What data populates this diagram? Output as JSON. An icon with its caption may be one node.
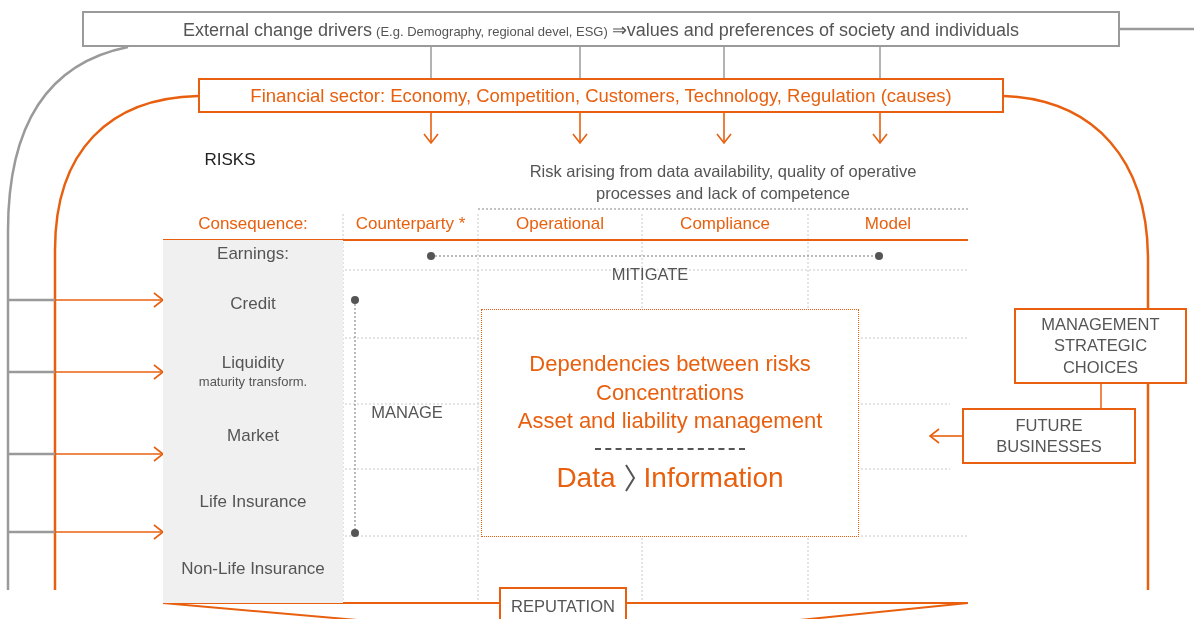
{
  "diagram": {
    "nodes": [
      {
        "text": [
          "External change drivers",
          "(E.g. Demography, regional devel, ESG)",
          "⇒values and preferences of society and individuals"
        ]
      },
      {
        "text": [
          "Financial sector: Economy, Competition, Customers, Technology, Regulation (causes)"
        ]
      },
      {
        "text": [
          "Credit"
        ]
      },
      {
        "text": [
          "Liquidity",
          "maturity transform."
        ]
      },
      {
        "text": [
          "Market"
        ]
      },
      {
        "text": [
          "Life Insurance"
        ]
      },
      {
        "text": [
          "Non-Life Insurance"
        ]
      },
      {
        "text": [
          "Dependencies between risks",
          "Concentrations",
          "Asset and liability management",
          "Data",
          "Information"
        ]
      },
      {
        "text": [
          "MANAGEMENT STRATEGIC CHOICES"
        ]
      },
      {
        "text": [
          "FUTURE BUSINESSES"
        ]
      },
      {
        "text": [
          "REPUTATION"
        ]
      }
    ],
    "edges": [
      {
        "from": 0,
        "to": 1,
        "arrow": "none"
      },
      {
        "from": 0,
        "to": 1,
        "arrow": "none"
      },
      {
        "from": 0,
        "to": 1,
        "arrow": "none"
      },
      {
        "from": 0,
        "to": 1,
        "arrow": "none"
      },
      {
        "from": 1,
        "to": null,
        "arrow": "to",
        "color": "#e8600f"
      },
      {
        "from": 1,
        "to": null,
        "arrow": "to",
        "color": "#e8600f"
      },
      {
        "from": 1,
        "to": null,
        "arrow": "to",
        "color": "#e8600f"
      },
      {
        "from": 1,
        "to": null,
        "arrow": "to",
        "color": "#e8600f"
      },
      {
        "from": 0,
        "to": 2,
        "arrow": "to"
      },
      {
        "from": 0,
        "to": 3,
        "arrow": "to"
      },
      {
        "from": 0,
        "to": 4,
        "arrow": "to"
      },
      {
        "from": 0,
        "to": 5,
        "arrow": "to"
      },
      {
        "from": 8,
        "to": 9,
        "arrow": "none",
        "color": "#e8600f"
      },
      {
        "from": 9,
        "to": null,
        "arrow": "to",
        "color": "#e8600f"
      }
    ],
    "labels": [
      "RISKS",
      "Risk arising from data availability, quality of operative processes and lack of competence",
      "Consequence:",
      "Counterparty *",
      "Operational",
      "Compliance",
      "Model",
      "Earnings:",
      "MITIGATE",
      "MANAGE"
    ]
  }
}
